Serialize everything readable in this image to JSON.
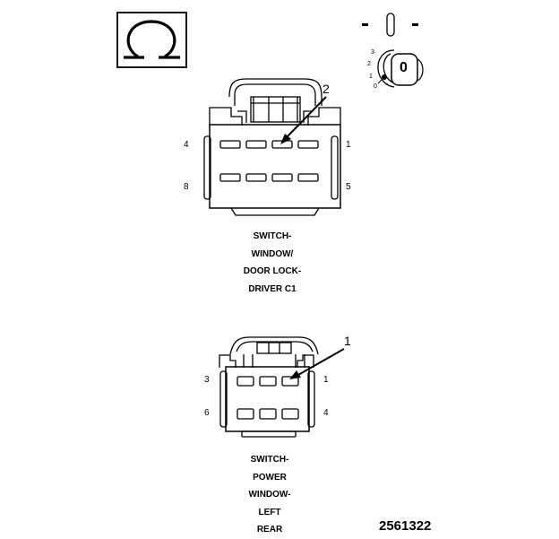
{
  "legend": {
    "icon": "ohm-resistance-icon",
    "key_icon": "ignition-key-icon",
    "key_positions": [
      "3",
      "2",
      "1",
      "0"
    ],
    "key_cylinder_label": "0"
  },
  "connector_c1": {
    "callout": "2",
    "pin_labels": {
      "top_left": "4",
      "top_right": "1",
      "bottom_left": "8",
      "bottom_right": "5"
    },
    "caption": [
      "SWITCH-",
      "WINDOW/",
      "DOOR LOCK-",
      "DRIVER C1"
    ]
  },
  "connector_rear": {
    "callout": "1",
    "pin_labels": {
      "top_left": "3",
      "top_right": "1",
      "bottom_left": "6",
      "bottom_right": "4"
    },
    "caption": [
      "SWITCH-",
      "POWER",
      "WINDOW-",
      "LEFT",
      "REAR"
    ]
  },
  "figure_number": "2561322",
  "colors": {
    "line": "#000000",
    "background": "#ffffff"
  }
}
